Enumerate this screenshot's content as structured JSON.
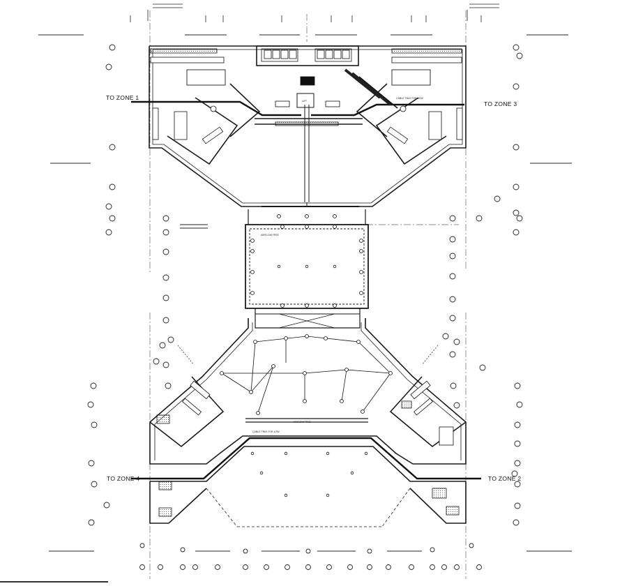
{
  "drawing": {
    "zones": {
      "left_top": "TO ZONE 1",
      "right_top": "TO ZONE 3",
      "left_bottom": "TO ZONE 4",
      "right_bottom": "TO ZONE 2"
    },
    "small_labels": {
      "lift": "LIFT",
      "cable_tray_top": "CABLE TRAY FOR LOW",
      "cable_tray_bottom": "CABLE TRAY FOR LOW",
      "flamefree": "AIRFLOW FREE",
      "flamefree_bottom": "AIRFLOW FREE"
    }
  },
  "colors": {
    "line": "#1a1a1a",
    "grid": "#555555",
    "hatch": "#000000"
  }
}
